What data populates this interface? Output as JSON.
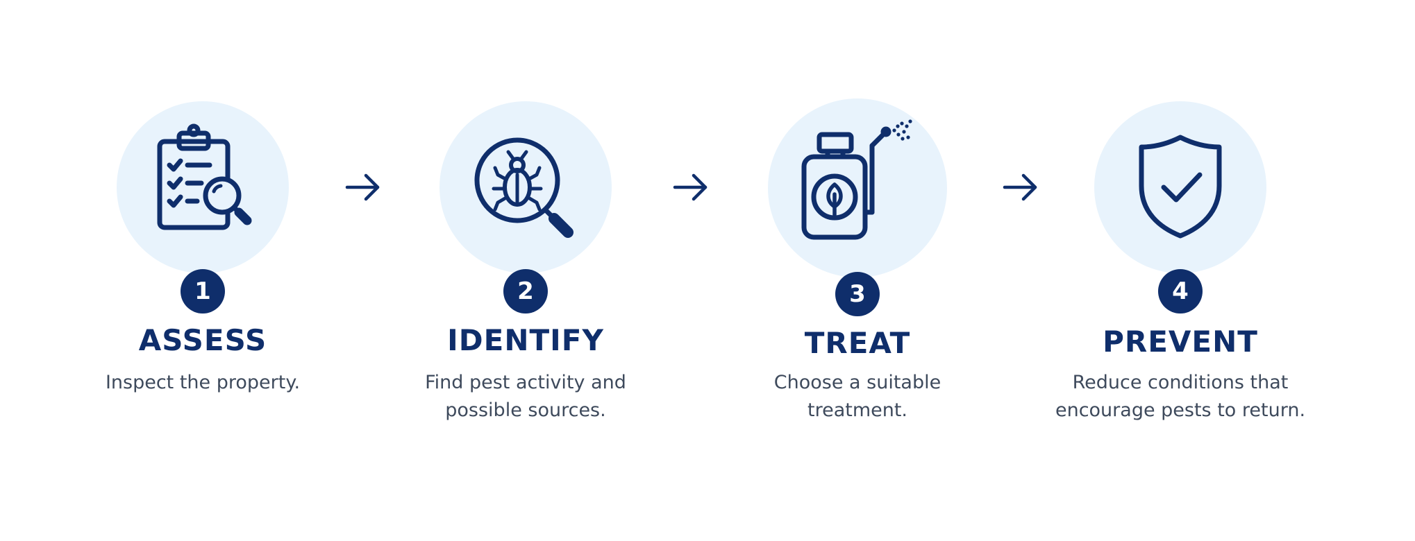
{
  "colors": {
    "navy": "#0f2e6b",
    "circle_fill": "#e8f3fc",
    "text_gray": "#3e4a5c",
    "background": "#ffffff"
  },
  "steps": [
    {
      "number": "1",
      "title": "ASSESS",
      "description": "Inspect the property.",
      "icon": "clipboard-checklist-magnifier-icon"
    },
    {
      "number": "2",
      "title": "IDENTIFY",
      "description": "Find pest activity and\npossible sources.",
      "icon": "bug-magnifier-icon"
    },
    {
      "number": "3",
      "title": "TREAT",
      "description": "Choose a suitable\ntreatment.",
      "icon": "sprayer-bottle-leaf-icon"
    },
    {
      "number": "4",
      "title": "PREVENT",
      "description": "Reduce conditions that\nencourage pests to return.",
      "icon": "shield-check-icon"
    }
  ],
  "connectors": [
    "arrow-right-icon",
    "arrow-right-icon",
    "arrow-right-icon"
  ]
}
